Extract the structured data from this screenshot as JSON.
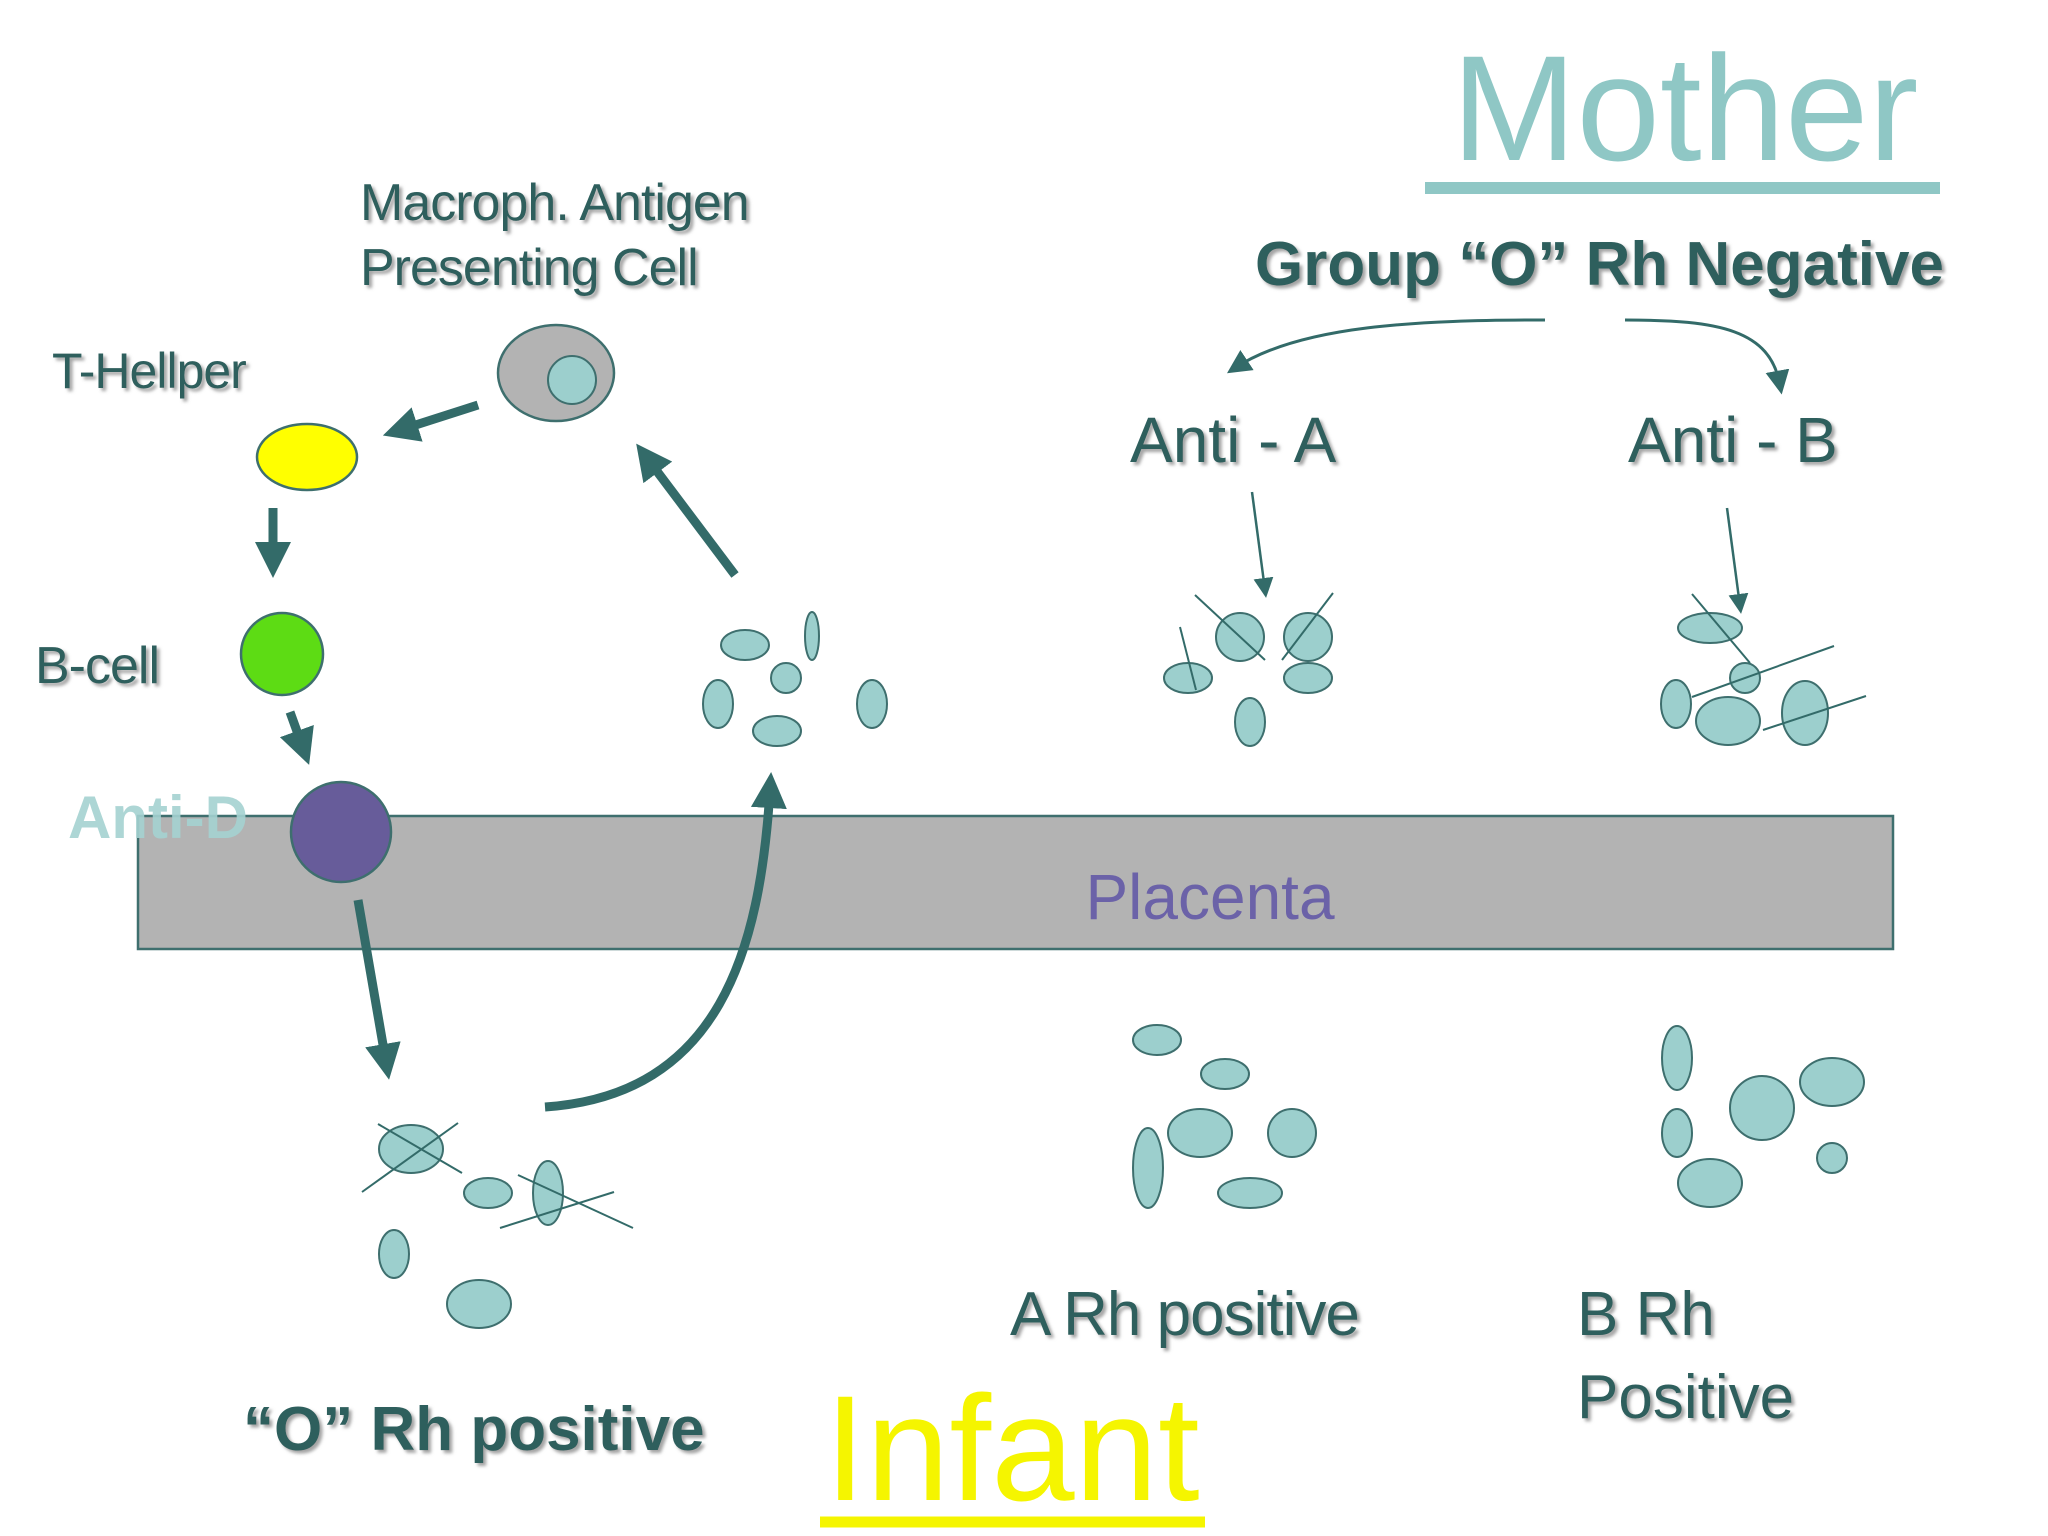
{
  "mother": {
    "title": "Mother",
    "group_label": "Group “O” Rh Negative"
  },
  "infant": {
    "title": "Infant"
  },
  "placenta": {
    "label": "Placenta"
  },
  "immune": {
    "macrophage_line1": "Macroph. Antigen",
    "macrophage_line2": "Presenting Cell",
    "t_helper": "T-Hellper",
    "b_cell": "B-cell",
    "anti_d": "Anti-D"
  },
  "antibodies": {
    "anti_a": "Anti - A",
    "anti_b": "Anti - B"
  },
  "infant_groups": {
    "o_pos": "“O” Rh positive",
    "a_pos": "A Rh positive",
    "b_pos_line1": "B Rh",
    "b_pos_line2": "Positive"
  },
  "colors": {
    "title_teal": "#8fc7c5",
    "text_dark": "#2d5f5d",
    "cell_fill": "#9ccfcd",
    "cell_stroke": "#3e6f6e",
    "arrow": "#336b69",
    "t_helper": "#ffff00",
    "b_cell": "#5ddc14",
    "anti_d": "#675c9a",
    "macrophage": "#b3b3b3",
    "placenta": "#b3b3b3",
    "placenta_text": "#6b62a8",
    "infant_yellow": "#f5f500"
  }
}
